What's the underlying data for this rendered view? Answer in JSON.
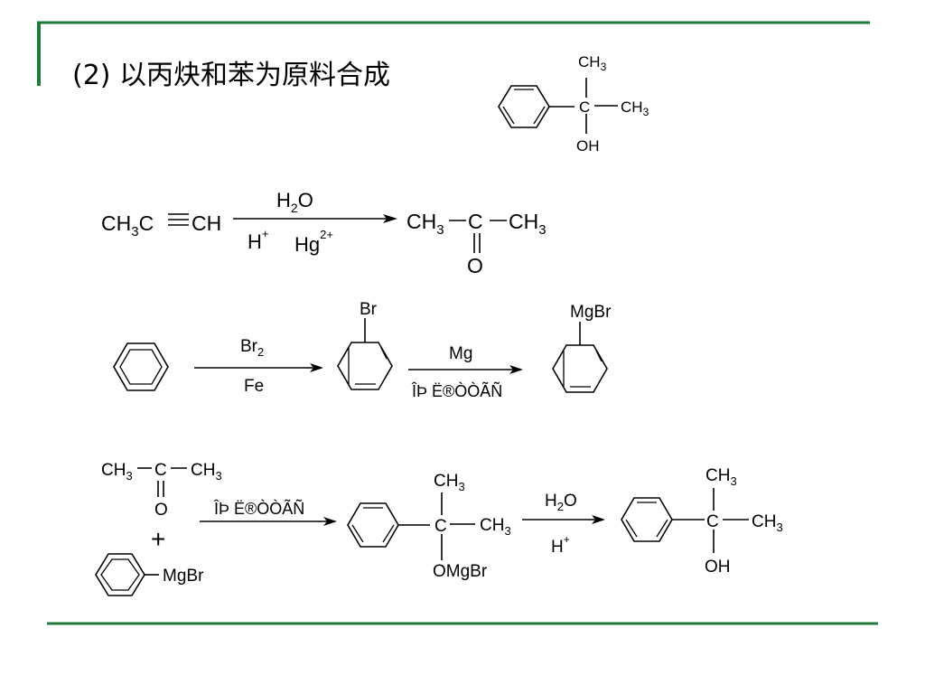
{
  "slide": {
    "accent_color": "#1e7a3c",
    "title": "(2) 以丙炔和苯为原料合成"
  },
  "atoms": {
    "ch3": "CH",
    "three": "3",
    "c": "C",
    "ch3c": "CH",
    "c_after": "C",
    "ch": "CH",
    "oh": "OH",
    "o": "O",
    "br": "Br",
    "mgbr": "MgBr",
    "omgbr": "OMgBr",
    "plus": "+"
  },
  "reagents": {
    "h2o_h": "H",
    "h2o_sub": "2",
    "h2o_o": "O",
    "h_plus_h": "H",
    "h_plus_sup": "+",
    "hg": "Hg",
    "hg_sup": "2+",
    "br2_br": "Br",
    "br2_sub": "2",
    "fe": "Fe",
    "mg": "Mg",
    "garbled_solvent": "ÎÞ Ë®ÒÒÃÑ"
  }
}
